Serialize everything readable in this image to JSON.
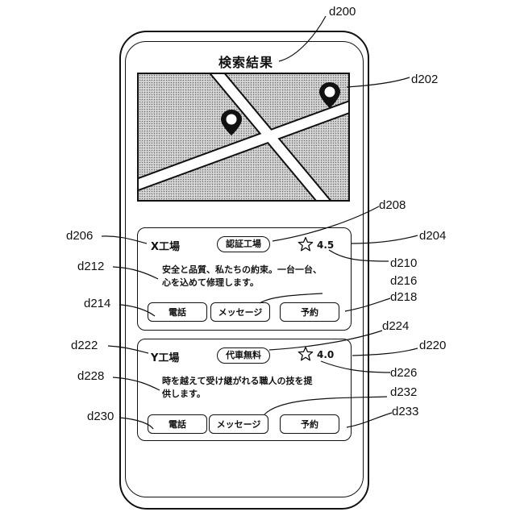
{
  "screen": {
    "title": "検索結果"
  },
  "results": [
    {
      "name": "X工場",
      "badge": "認証工場",
      "rating": "4.5",
      "description_lines": [
        "安全と品質、私たちの約束。一台一台、",
        "心を込めて修理します。"
      ],
      "actions": [
        "電話",
        "メッセージ",
        "予約"
      ]
    },
    {
      "name": "Y工場",
      "badge": "代車無料",
      "rating": "4.0",
      "description_lines": [
        "時を越えて受け継がれる職人の技を提",
        "供します。"
      ],
      "actions": [
        "電話",
        "メッセージ",
        "予約"
      ]
    }
  ],
  "map": {
    "marker_icons": [
      "map-pin-icon",
      "map-pin-icon"
    ]
  },
  "reference_labels": {
    "screen": "d200",
    "map": "d202",
    "card_x": "d204",
    "name_x": "d206",
    "badge_x": "d208",
    "rating_x": "d210",
    "desc_x": "d212",
    "call_x": "d214",
    "message_x": "d216",
    "reserve_x": "d218",
    "card_y": "d220",
    "name_y": "d222",
    "badge_y": "d224",
    "rating_y": "d226",
    "desc_y": "d228",
    "call_y": "d230",
    "message_y": "d232",
    "reserve_y": "d233"
  },
  "colors": {
    "line": "#111111",
    "map_fill": "#d9d9d9",
    "road": "#ffffff"
  }
}
